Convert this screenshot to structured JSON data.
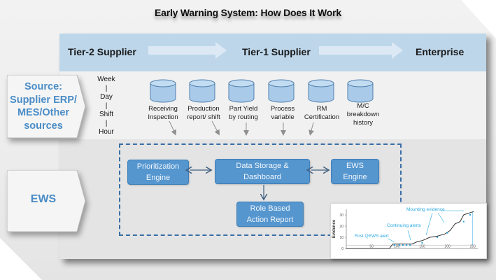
{
  "title": "Early Warning System: How Does It Work",
  "tiers": [
    {
      "label": "Tier-2 Supplier"
    },
    {
      "label": "Tier-1 Supplier"
    },
    {
      "label": "Enterprise"
    }
  ],
  "source_panel": {
    "lines": [
      "Source:",
      "Supplier ERP/",
      "MES/Other",
      "sources"
    ]
  },
  "ews_panel": {
    "label": "EWS"
  },
  "time_scale": [
    "Week",
    "|",
    "Day",
    "|",
    "Shift",
    "|",
    "Hour"
  ],
  "data_sources": [
    {
      "lines": [
        "Receiving",
        "Inspection"
      ]
    },
    {
      "lines": [
        "Production",
        "report/ shift"
      ]
    },
    {
      "lines": [
        "Part Yield",
        "by routing"
      ]
    },
    {
      "lines": [
        "Process",
        "variable"
      ]
    },
    {
      "lines": [
        "RM",
        "Certification"
      ]
    },
    {
      "lines": [
        "M/C",
        "breakdown",
        "history"
      ]
    }
  ],
  "components": {
    "prioritization": [
      "Prioritization",
      "Engine"
    ],
    "data_storage": [
      "Data Storage &",
      "Dashboard"
    ],
    "ews_engine": [
      "EWS",
      "Engine"
    ],
    "action_report": [
      "Role Based",
      "Action Report"
    ]
  },
  "colors": {
    "accent_blue": "#5596cf",
    "band_blue": "#bdd6ea",
    "dash_blue": "#3a6ea5",
    "side_text_blue": "#4a8cc7",
    "chart_cyan": "#29a8e0"
  },
  "chart_data": {
    "type": "line",
    "title": "",
    "xlabel": "",
    "ylabel": "Evidence",
    "xlim": [
      0,
      260
    ],
    "ylim": [
      0,
      35
    ],
    "xticks": [
      50,
      100,
      150,
      200,
      250
    ],
    "yticks": [
      0,
      10,
      20,
      30
    ],
    "series": [
      {
        "name": "Evidence",
        "x": [
          0,
          85,
          92,
          97,
          130,
          140,
          150,
          165,
          180,
          195,
          205,
          215,
          225,
          232,
          238,
          245,
          252
        ],
        "y": [
          0,
          0,
          4,
          4,
          4,
          6,
          7,
          10,
          11,
          13,
          16,
          22,
          24,
          30,
          31,
          32,
          33
        ]
      }
    ],
    "alert_points": {
      "x": [
        95,
        105,
        112,
        119,
        126,
        150,
        180,
        200,
        232,
        245
      ],
      "y": [
        3,
        3,
        3,
        3,
        3,
        5,
        10,
        14,
        24,
        30
      ]
    },
    "threshold": 3,
    "annotations": [
      {
        "text": "First QEWS alert"
      },
      {
        "text": "Continuing alerts"
      },
      {
        "text": "Mounting evidence"
      }
    ]
  }
}
